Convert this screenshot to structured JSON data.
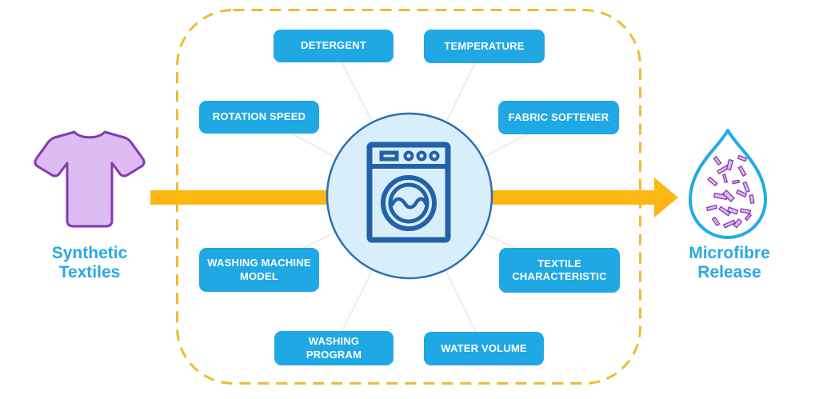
{
  "diagram_title": "",
  "input": {
    "caption": "Synthetic\nTextiles",
    "icon": "tshirt-icon"
  },
  "output": {
    "caption": "Microfibre\nRelease",
    "icon": "water-drop-with-microfibres-icon"
  },
  "hub": {
    "icon": "washing-machine-icon"
  },
  "factors": [
    {
      "id": "detergent",
      "label": "DETERGENT"
    },
    {
      "id": "temperature",
      "label": "TEMPERATURE"
    },
    {
      "id": "rotation-speed",
      "label": "ROTATION SPEED"
    },
    {
      "id": "fabric-softener",
      "label": "FABRIC SOFTENER"
    },
    {
      "id": "washing-machine-model",
      "label": "WASHING MACHINE MODEL"
    },
    {
      "id": "textile-characteristic",
      "label": "TEXTILE CHARACTERISTIC"
    },
    {
      "id": "washing-program",
      "label": "WASHING PROGRAM"
    },
    {
      "id": "water-volume",
      "label": "WATER VOLUME"
    }
  ],
  "colors": {
    "accent-blue": "#1FA8E3",
    "caption-blue": "#29A9E1",
    "gold": "#FCB712",
    "gold-dash": "#F0BB33",
    "hub-fill": "#D9EEFB",
    "hub-stroke": "#2B6FB2",
    "machine-blue": "#2361A9",
    "purple": "#8638AE",
    "purple-light": "#DDBBF3",
    "cyan": "#22ACE5"
  }
}
